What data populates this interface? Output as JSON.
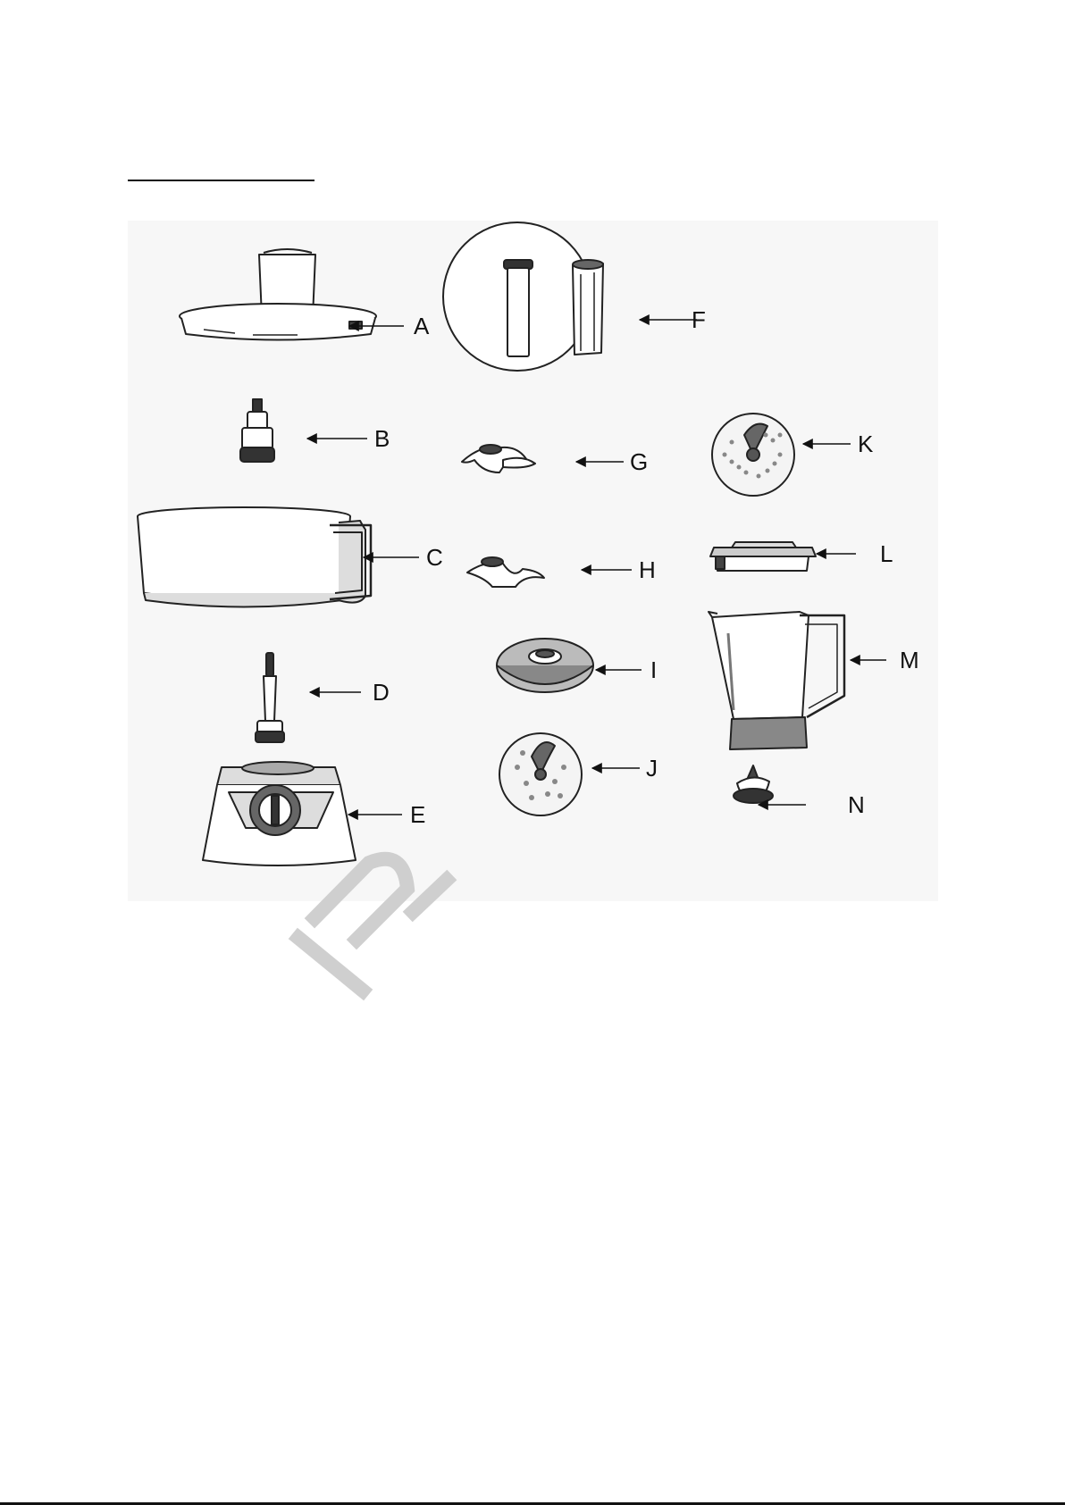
{
  "heading": "",
  "parts": [
    {
      "id": "A",
      "label": "A"
    },
    {
      "id": "B",
      "label": "B"
    },
    {
      "id": "C",
      "label": "C"
    },
    {
      "id": "D",
      "label": "D"
    },
    {
      "id": "E",
      "label": "E"
    },
    {
      "id": "F",
      "label": "F"
    },
    {
      "id": "G",
      "label": "G"
    },
    {
      "id": "H",
      "label": "H"
    },
    {
      "id": "I",
      "label": "I"
    },
    {
      "id": "J",
      "label": "J"
    },
    {
      "id": "K",
      "label": "K"
    },
    {
      "id": "L",
      "label": "L"
    },
    {
      "id": "M",
      "label": "M"
    },
    {
      "id": "N",
      "label": "N"
    }
  ],
  "watermark_color": "#cfcfcf"
}
